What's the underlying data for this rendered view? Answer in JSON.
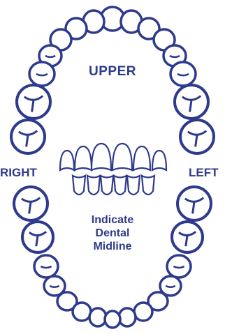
{
  "labels": {
    "upper": "UPPER",
    "right": "RIGHT",
    "left": "LEFT",
    "midline": [
      "Indicate",
      "Dental",
      "Midline"
    ]
  },
  "colors": {
    "ink": "#2e3a8c",
    "background": "#ffffff"
  }
}
